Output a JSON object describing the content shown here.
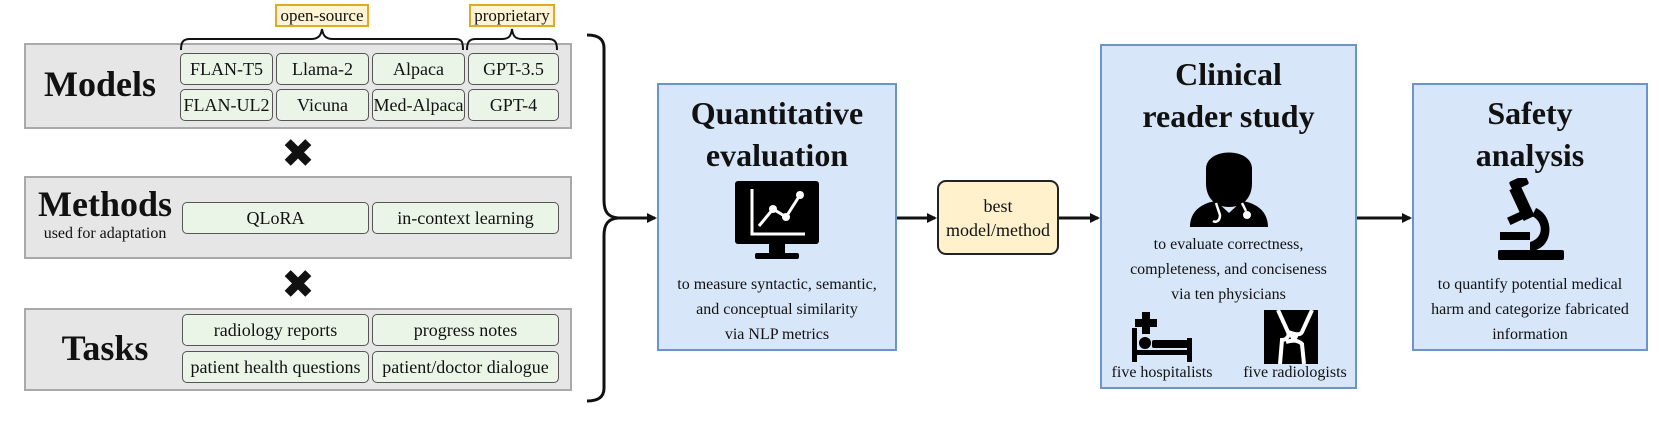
{
  "models": {
    "title": "Models",
    "groups": {
      "open_source": "open-source",
      "proprietary": "proprietary"
    },
    "chips": [
      "FLAN-T5",
      "Llama-2",
      "Alpaca",
      "GPT-3.5",
      "FLAN-UL2",
      "Vicuna",
      "Med-Alpaca",
      "GPT-4"
    ]
  },
  "operator": "✖",
  "methods": {
    "title": "Methods",
    "subtitle": "used for adaptation",
    "chips": [
      "QLoRA",
      "in-context learning"
    ]
  },
  "tasks": {
    "title": "Tasks",
    "chips": [
      "radiology reports",
      "progress notes",
      "patient health questions",
      "patient/doctor dialogue"
    ]
  },
  "quantitative": {
    "title_line1": "Quantitative",
    "title_line2": "evaluation",
    "desc_line1": "to measure syntactic, semantic,",
    "desc_line2": "and conceptual similarity",
    "desc_line3": "via NLP metrics",
    "icon": "chart-monitor-icon"
  },
  "best": {
    "line1": "best",
    "line2": "model/method"
  },
  "clinical": {
    "title_line1": "Clinical",
    "title_line2": "reader study",
    "desc_line1": "to evaluate correctness,",
    "desc_line2": "completeness, and conciseness",
    "desc_line3": "via ten physicians",
    "hospitalists": "five hospitalists",
    "radiologists": "five radiologists",
    "icons": [
      "doctor-icon",
      "hospital-bed-icon",
      "knee-xray-icon"
    ]
  },
  "safety": {
    "title_line1": "Safety",
    "title_line2": "analysis",
    "desc_line1": "to quantify potential medical",
    "desc_line2": "harm and categorize fabricated",
    "desc_line3": "information",
    "icon": "microscope-icon"
  },
  "colors": {
    "panel_gray": "#e6e6e6",
    "chip_green": "#eaf5e7",
    "tag_orange": "#e4a829",
    "box_blue": "#d7e6f8",
    "box_blue_border": "#6c94c9",
    "best_yellow": "#fff1cc"
  }
}
